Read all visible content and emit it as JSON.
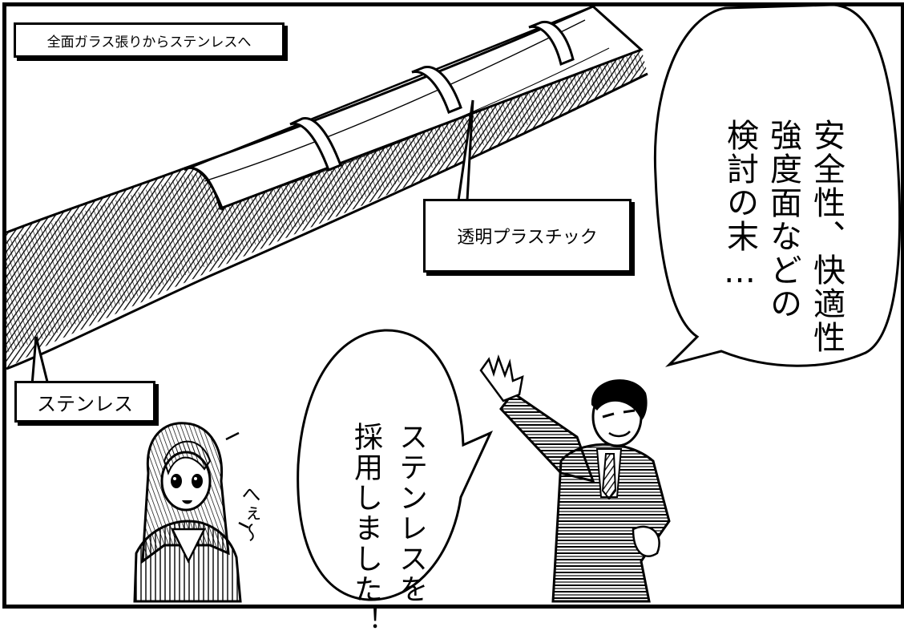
{
  "captions": {
    "top_left": "全面ガラス張りからステンレスへ",
    "plastic": "透明プラスチック",
    "stainless": "ステンレス"
  },
  "bubbles": {
    "right": [
      "安全性、快適性",
      "強度面などの",
      "検討の末…"
    ],
    "center": [
      "ステンレスを",
      "採用しました！"
    ],
    "girl": "へぇ〜"
  },
  "colors": {
    "ink": "#000000",
    "paper": "#ffffff"
  }
}
